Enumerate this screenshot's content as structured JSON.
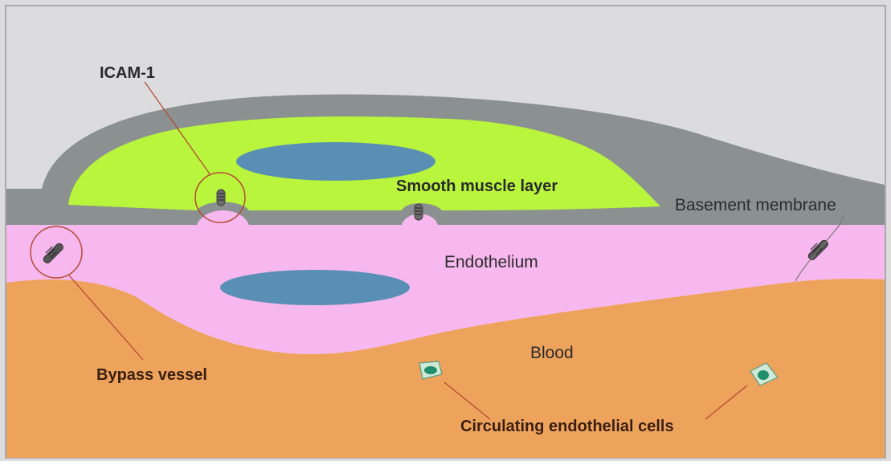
{
  "labels": {
    "icam": "ICAM-1",
    "smooth_muscle": "Smooth muscle layer",
    "basement_membrane": "Basement membrane",
    "endothelium": "Endothelium",
    "blood": "Blood",
    "bypass_vessel": "Bypass vessel",
    "circulating_cells": "Circulating endothelial cells"
  },
  "colors": {
    "background": "#dcdcdf",
    "basement_membrane": "#8a9190",
    "smooth_muscle": "#b8f53c",
    "nucleus": "#5a8fb5",
    "endothelium": "#f7b8ef",
    "blood": "#eea35c",
    "highlight_circle": "#b54a32",
    "leader_line": "#b54a32"
  },
  "icons": [
    "icam-1-molecule-icon",
    "bypass-vessel-icon",
    "circulating-endothelial-cell-icon"
  ]
}
